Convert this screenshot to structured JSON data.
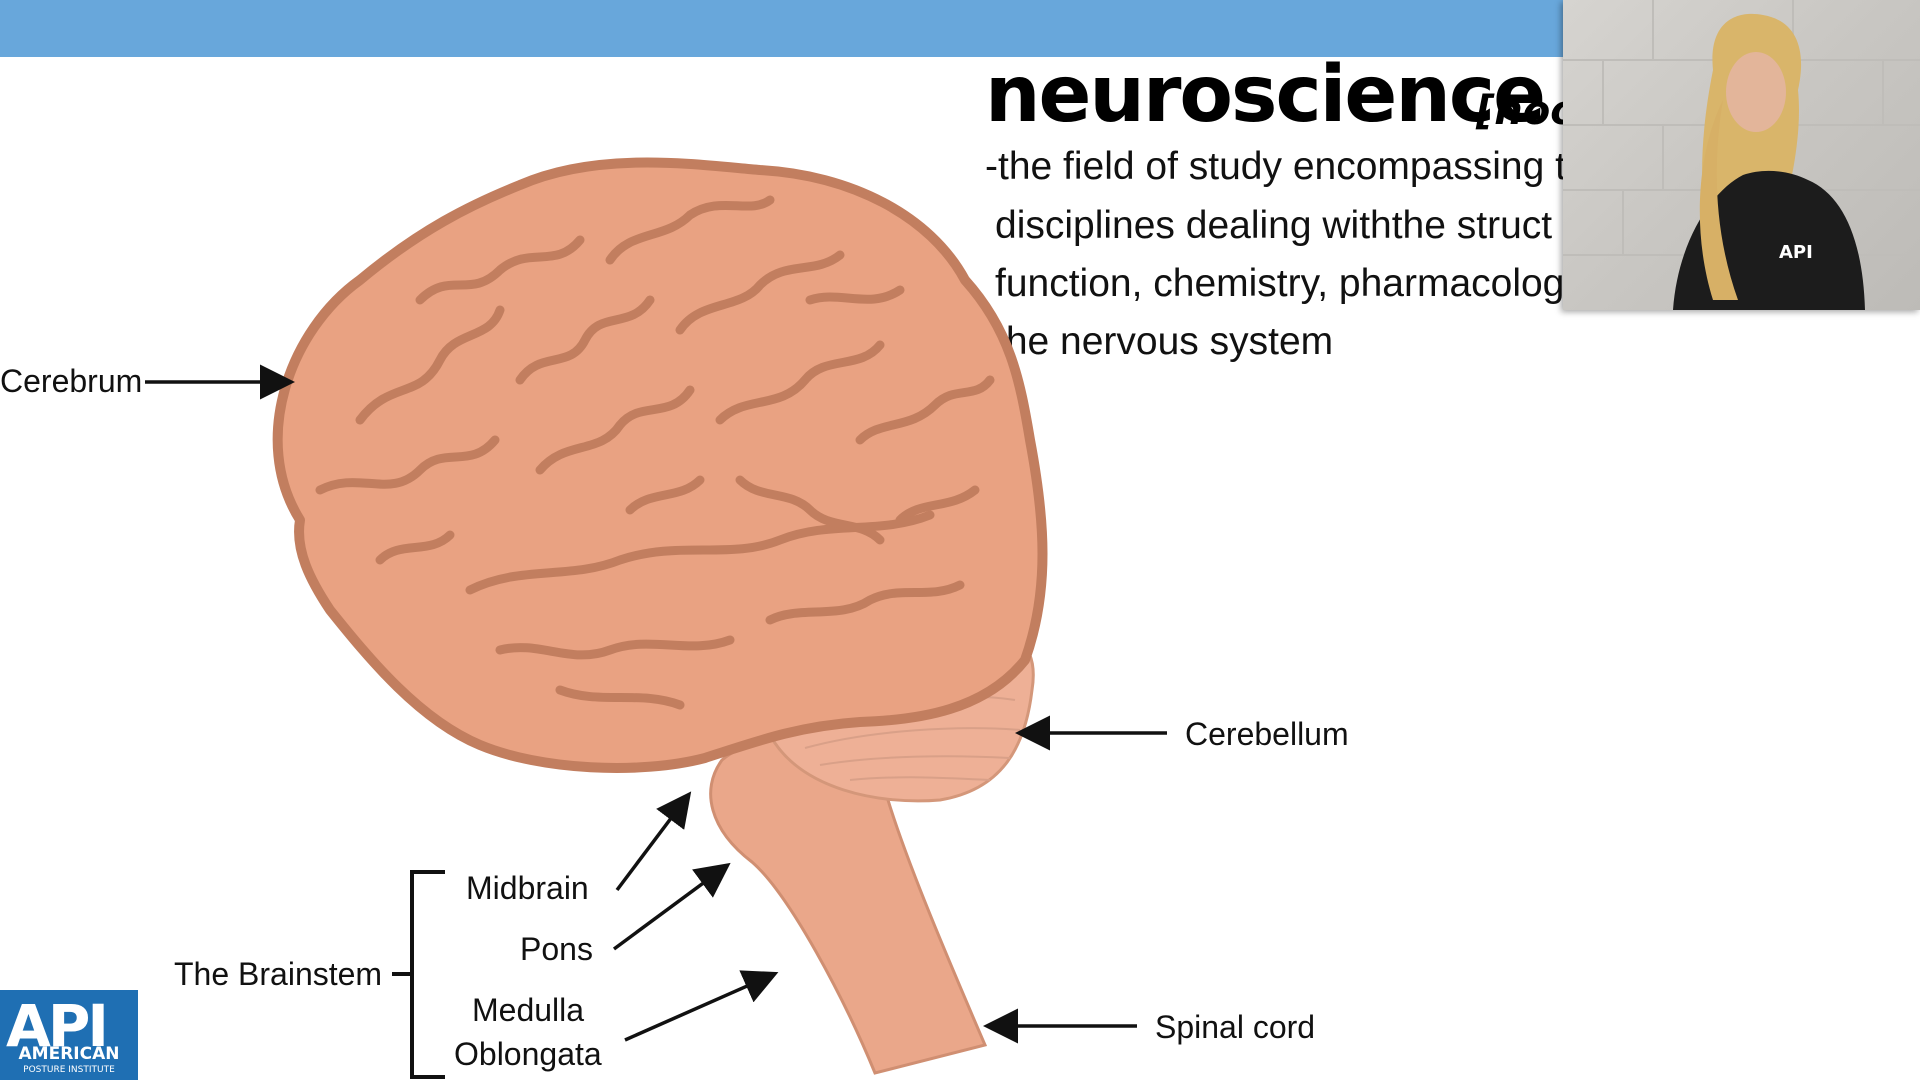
{
  "slide": {
    "title": "neuroscience",
    "pronunciation": "[noo",
    "definition_lines": [
      "-the field of study encompassing t",
      "disciplines dealing withthe struct",
      "function, chemistry, pharmacolog",
      "the nervous system"
    ]
  },
  "diagram": {
    "labels": {
      "cerebrum": "Cerebrum",
      "cerebellum": "Cerebellum",
      "midbrain": "Midbrain",
      "pons": "Pons",
      "medulla_1": "Medulla",
      "medulla_2": "Oblongata",
      "brainstem": "The Brainstem",
      "spinal_cord": "Spinal cord"
    },
    "colors": {
      "brain_fill": "#e9a282",
      "brain_outline": "#c27e5f",
      "stem_fill": "#eaa78a",
      "topbar": "#68a7db"
    }
  },
  "logo": {
    "mark": "API",
    "line1": "AMERICAN",
    "line2": "POSTURE INSTITUTE"
  },
  "webcam": {
    "shirt_logo": "API"
  }
}
